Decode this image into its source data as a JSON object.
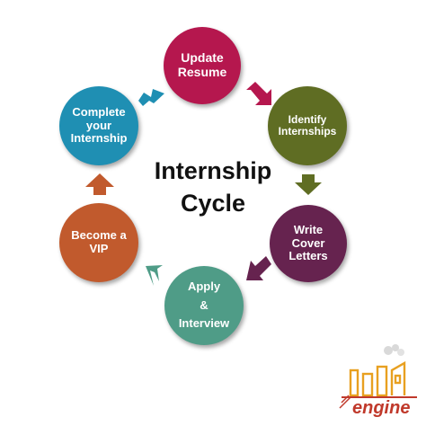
{
  "title": {
    "lines": [
      "Internship",
      "Cycle"
    ]
  },
  "nodes": [
    {
      "name": "update-resume",
      "lines": [
        "Update",
        "Resume"
      ],
      "color": "#b5174e"
    },
    {
      "name": "identify-internships",
      "lines": [
        "Identify",
        "Internships"
      ],
      "color": "#5f6d23"
    },
    {
      "name": "write-cover-letters",
      "lines": [
        "Write",
        "Cover",
        "Letters"
      ],
      "color": "#66234f"
    },
    {
      "name": "apply-interview",
      "lines": [
        "Apply",
        "&",
        "Interview"
      ],
      "color": "#4f9c87"
    },
    {
      "name": "become-a-vip",
      "lines": [
        "Become a",
        "VIP"
      ],
      "color": "#c15a2d"
    },
    {
      "name": "complete-your-internship",
      "lines": [
        "Complete",
        "your",
        "Internship"
      ],
      "color": "#1f8fb3"
    }
  ],
  "arrow_colors": [
    "#b5174e",
    "#5f6d23",
    "#66234f",
    "#4f9c87",
    "#c15a2d",
    "#1f8fb3"
  ],
  "logo": {
    "text": "engine",
    "color": "#c0392b",
    "accent": "#e8a020"
  }
}
